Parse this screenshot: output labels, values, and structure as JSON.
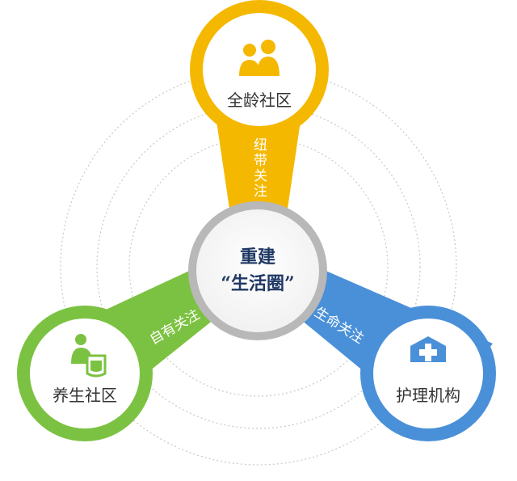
{
  "center": {
    "line1": "重建",
    "line2": "“生活圈”"
  },
  "nodes": {
    "top": {
      "label": "全龄社区",
      "icon": "people-icon",
      "color": "#f5b800"
    },
    "left": {
      "label": "养生社区",
      "icon": "elder-care-icon",
      "color": "#7cc242"
    },
    "right": {
      "label": "护理机构",
      "icon": "hospital-icon",
      "color": "#4a90d9"
    }
  },
  "arms": {
    "top": "纽带关注",
    "left": "自有关注",
    "right": "生命关注"
  },
  "colors": {
    "ring": "#bdbdbd",
    "center_ring": "#b8b8b8",
    "center_text": "#1f3864"
  }
}
